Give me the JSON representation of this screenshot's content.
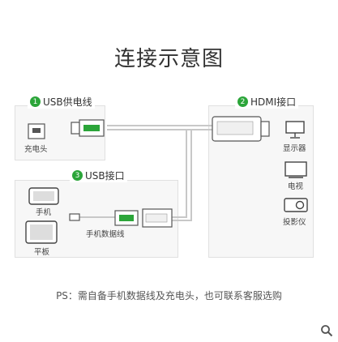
{
  "title": "连接示意图",
  "sections": {
    "usb_power": {
      "number": "1",
      "label": "USB供电线"
    },
    "hdmi": {
      "number": "2",
      "label": "HDMI接口"
    },
    "usb_port": {
      "number": "3",
      "label": "USB接口"
    }
  },
  "devices": {
    "charger": "充电头",
    "monitor": "显示器",
    "tv": "电视",
    "projector": "投影仪",
    "phone": "手机",
    "tablet": "平板",
    "data_cable": "手机数据线"
  },
  "footnote": "PS：需自备手机数据线及充电头，也可联系客服选购",
  "colors": {
    "accent": "#2ba539",
    "box_bg": "#f7f7f7",
    "line": "#c8c8c8"
  },
  "icons": {
    "search": "magnifier-icon"
  }
}
